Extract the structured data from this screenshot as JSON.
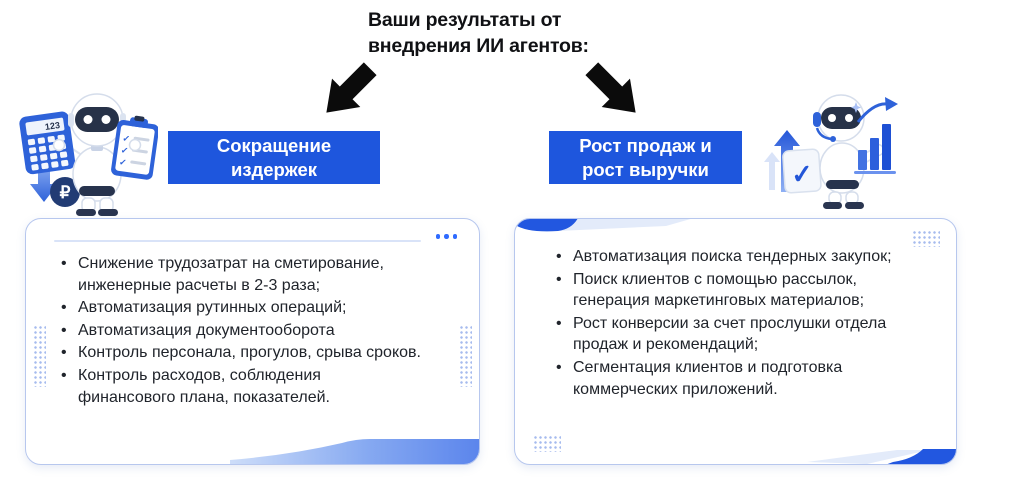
{
  "title": {
    "line1": "Ваши результаты от",
    "line2": "внедрения ИИ агентов:"
  },
  "colors": {
    "accent_blue": "#1e56dd",
    "dots_blue": "#2f6bff",
    "card_border": "#b7c7ee",
    "ribbon_blue": "#5b85ec",
    "corner_wedge_blue": "#2257e0",
    "robot_blue": "#2e62d9",
    "visor_navy": "#273248",
    "arrow_black": "#0b0b0b",
    "text": "#20242b"
  },
  "left_column": {
    "header_label": "Сокращение издержек",
    "bullets": [
      "Снижение трудозатрат на сметирование, инженерные расчеты в 2-3 раза;",
      "Автоматизация рутинных операций;",
      "Автоматизация документооборота",
      "Контроль персонала, прогулов, срыва сроков.",
      "Контроль расходов, соблюдения финансового плана, показателей."
    ]
  },
  "right_column": {
    "header_label": "Рост продаж и рост выручки",
    "bullets": [
      "Автоматизация поиска тендерных закупок;",
      "Поиск клиентов с помощью рассылок, генерация маркетинговых материалов;",
      "Рост конверсии за счет прослушки отдела продаж и рекомендаций;",
      "Сегментация клиентов и подготовка коммерческих приложений."
    ]
  },
  "illustrations": {
    "left_robot": "robot-with-calculator-and-checklist",
    "right_robot": "robot-with-headset-and-growth-chart",
    "calculator_display": "123",
    "ruble_symbol": "₽",
    "check_symbol": "✓"
  },
  "icons": {
    "ellipsis": "more-dots",
    "left_arrow": "arrow-down-left",
    "right_arrow": "arrow-down-right"
  }
}
